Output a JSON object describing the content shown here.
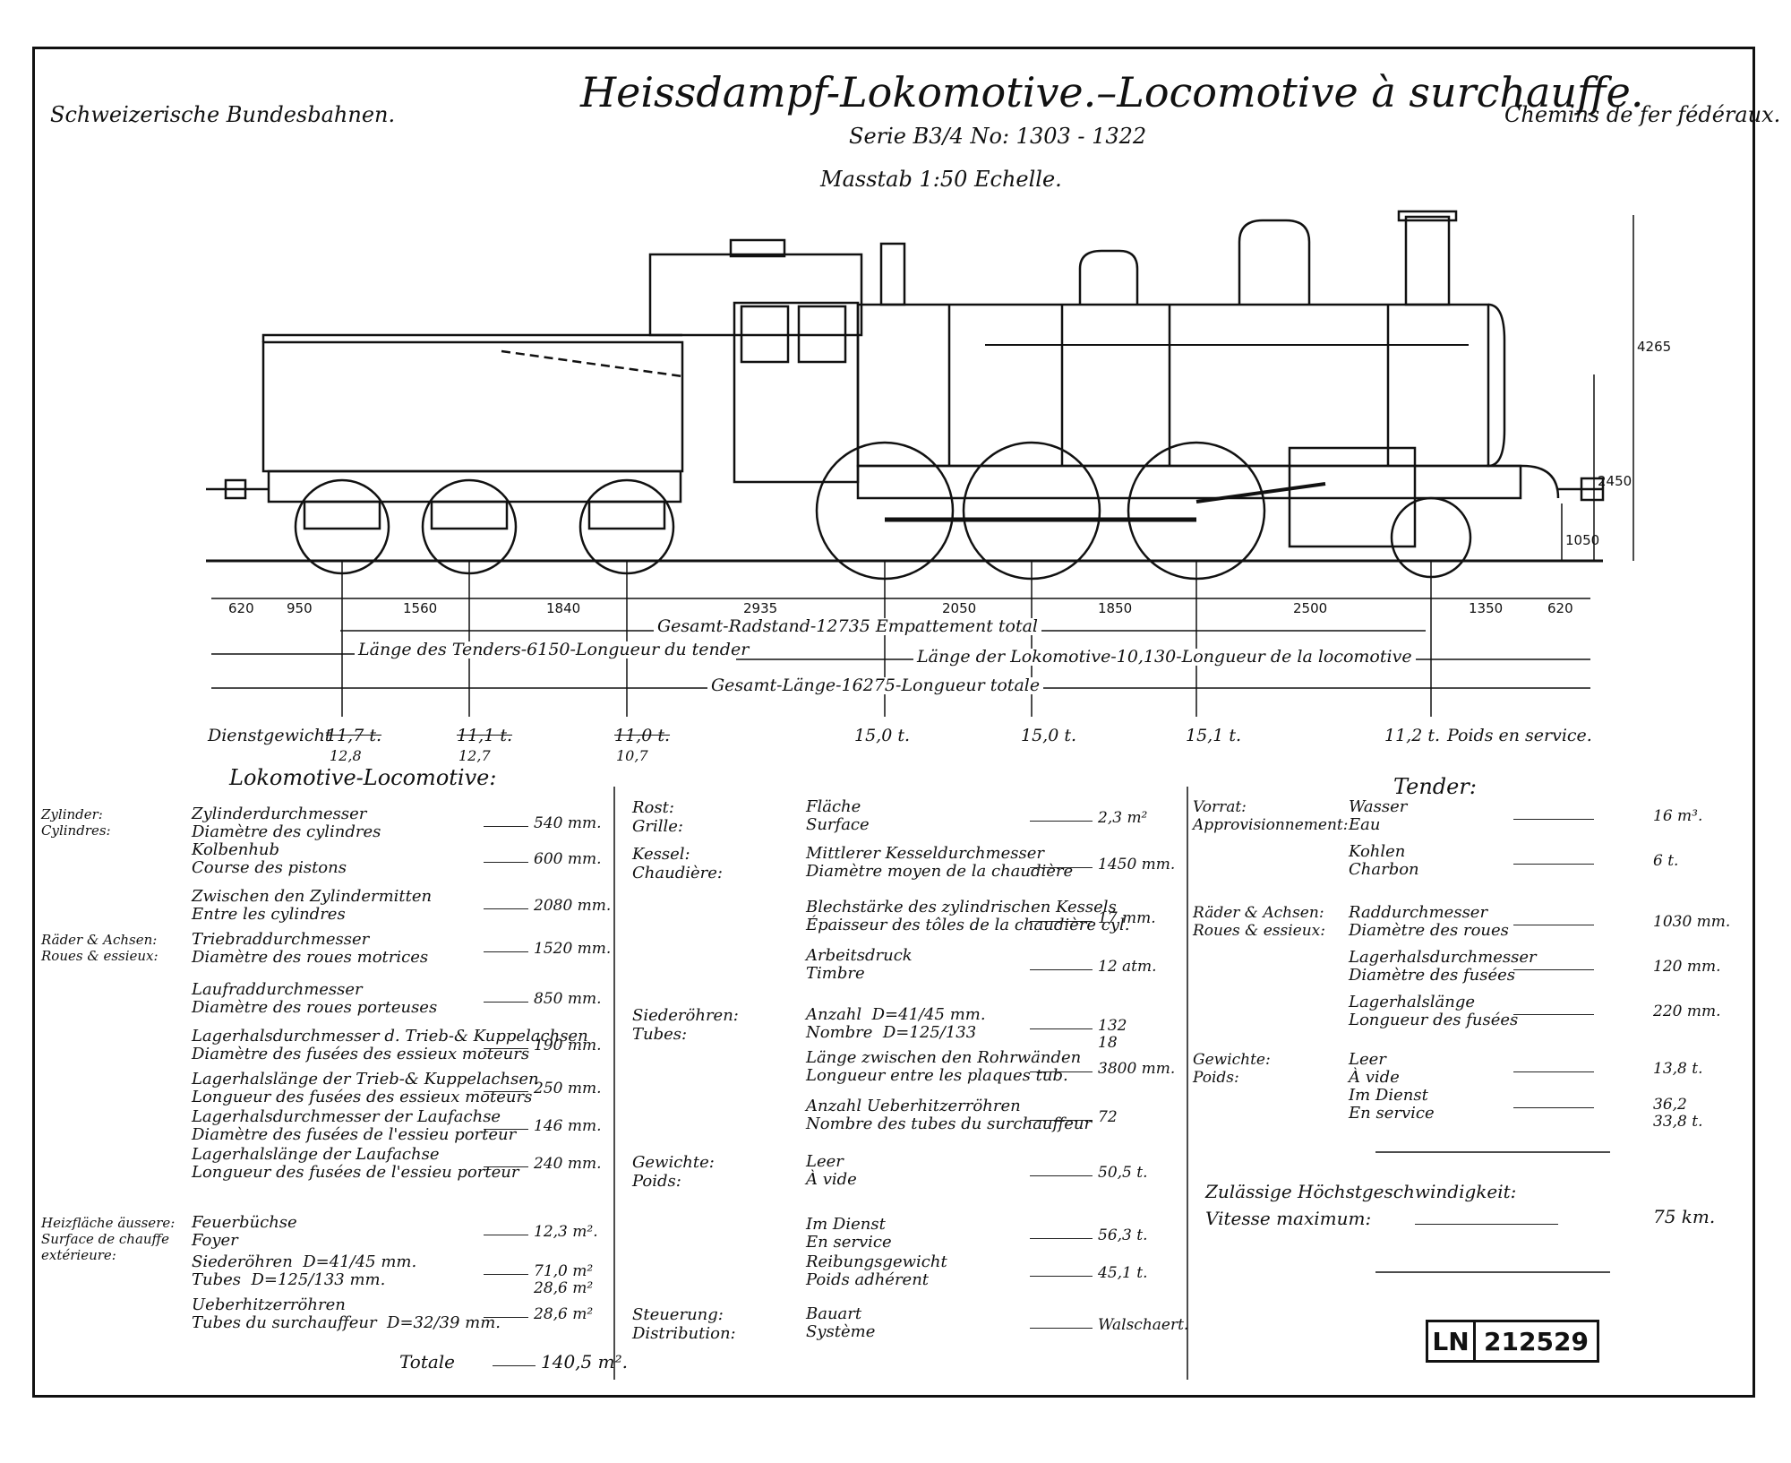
{
  "header": {
    "left": "Schweizerische Bundesbahnen.",
    "title": "Heissdampf-Lokomotive.–Locomotive à surchauffe.",
    "right": "Chemins de fer fédéraux.",
    "series": "Serie B3/4 No: 1303 - 1322",
    "scale": "Masstab 1:50 Echelle."
  },
  "dimensions": {
    "height_total": "4265",
    "height_boiler": "2450",
    "height_buffer": "1050",
    "segments": [
      "620",
      "950",
      "1560",
      "1840",
      "2935",
      "2050",
      "1850",
      "2500",
      "1350",
      "620"
    ],
    "wheelbase": "Gesamt-Radstand-12735 Empattement total",
    "tender_length": "Länge des Tenders-6150-Longueur du tender",
    "loco_length": "Länge der Lokomotive-10,130-Longueur de la locomotive",
    "total_length": "Gesamt-Länge-16275-Longueur totale"
  },
  "weights": {
    "label_left": "Dienstgewicht",
    "label_right": "Poids en service.",
    "axles": [
      {
        "old": "11,7 t.",
        "new": "12,8"
      },
      {
        "old": "11,1 t.",
        "new": "12,7"
      },
      {
        "old": "11,0 t.",
        "new": "10,7"
      },
      {
        "old": "15,0 t.",
        "new": ""
      },
      {
        "old": "15,0 t.",
        "new": ""
      },
      {
        "old": "15,1 t.",
        "new": ""
      },
      {
        "old": "11,2 t.",
        "new": ""
      }
    ]
  },
  "loco_table": {
    "heading": "Lokomotive-Locomotive:",
    "groups": [
      {
        "label": "Zylinder:\nCylindres:",
        "rows": [
          {
            "de": "Zylinderdurchmesser",
            "fr": "Diamètre des cylindres",
            "value": "540 mm."
          },
          {
            "de": "Kolbenhub",
            "fr": "Course des pistons",
            "value": "600 mm."
          },
          {
            "de": "Zwischen den Zylindermitten",
            "fr": "Entre les cylindres",
            "value": "2080 mm."
          }
        ]
      },
      {
        "label": "Räder & Achsen:\nRoues & essieux:",
        "rows": [
          {
            "de": "Triebraddurchmesser",
            "fr": "Diamètre des roues motrices",
            "value": "1520 mm."
          },
          {
            "de": "Laufraddurchmesser",
            "fr": "Diamètre des roues porteuses",
            "value": "850 mm."
          },
          {
            "de": "Lagerhalsdurchmesser d. Trieb-& Kuppelachsen",
            "fr": "Diamètre des fusées des essieux moteurs",
            "value": "190 mm."
          },
          {
            "de": "Lagerhalslänge der Trieb-& Kuppelachsen",
            "fr": "Longueur des fusées des essieux moteurs",
            "value": "250 mm."
          },
          {
            "de": "Lagerhalsdurchmesser der Laufachse",
            "fr": "Diamètre des fusées de l'essieu porteur",
            "value": "146 mm."
          },
          {
            "de": "Lagerhalslänge der Laufachse",
            "fr": "Longueur des fusées de l'essieu porteur",
            "value": "240 mm."
          }
        ]
      },
      {
        "label": "Heizfläche äussere:\nSurface de chauffe\nextérieure:",
        "rows": [
          {
            "de": "Feuerbüchse",
            "fr": "Foyer",
            "value": "12,3 m²."
          },
          {
            "de": "Siederöhren  D=41/45 mm.",
            "fr": "Tubes  D=125/133 mm.",
            "value": "71,0 m²\n28,6 m²"
          },
          {
            "de": "Ueberhitzerröhren",
            "fr": "Tubes du surchauffeur  D=32/39 mm.",
            "value": "28,6 m²"
          }
        ]
      }
    ],
    "total_label": "Totale",
    "total_value": "140,5 m²."
  },
  "middle_table": {
    "rows": [
      {
        "label": "Rost:\nGrille:",
        "de": "Fläche",
        "fr": "Surface",
        "value": "2,3 m²"
      },
      {
        "label": "Kessel:\nChaudière:",
        "de": "Mittlerer Kesseldurchmesser",
        "fr": "Diamètre moyen de la chaudière",
        "value": "1450 mm."
      },
      {
        "label": "",
        "de": "Blechstärke des zylindrischen Kessels",
        "fr": "Épaisseur des tôles de la chaudière cyl.",
        "value": "17 mm."
      },
      {
        "label": "",
        "de": "Arbeitsdruck",
        "fr": "Timbre",
        "value": "12 atm."
      },
      {
        "label": "Siederöhren:\nTubes:",
        "de": "Anzahl  D=41/45 mm.",
        "fr": "Nombre  D=125/133",
        "value": "132\n18"
      },
      {
        "label": "",
        "de": "Länge zwischen den Rohrwänden",
        "fr": "Longueur entre les plaques tub.",
        "value": "3800 mm."
      },
      {
        "label": "",
        "de": "Anzahl Ueberhitzerröhren",
        "fr": "Nombre des tubes du surchauffeur",
        "value": "72"
      },
      {
        "label": "Gewichte:\nPoids:",
        "de": "Leer",
        "fr": "À vide",
        "value": "50,5 t."
      },
      {
        "label": "",
        "de": "Im Dienst",
        "fr": "En service",
        "value": "56,3 t."
      },
      {
        "label": "",
        "de": "Reibungsgewicht",
        "fr": "Poids adhérent",
        "value": "45,1 t."
      },
      {
        "label": "Steuerung:\nDistribution:",
        "de": "Bauart",
        "fr": "Système",
        "value": "Walschaert."
      }
    ]
  },
  "tender_table": {
    "heading": "Tender:",
    "rows": [
      {
        "label": "Vorrat:\nApprovisionnement:",
        "de": "Wasser",
        "fr": "Eau",
        "value": "16 m³."
      },
      {
        "label": "",
        "de": "Kohlen",
        "fr": "Charbon",
        "value": "6 t."
      },
      {
        "label": "Räder & Achsen:\nRoues & essieux:",
        "de": "Raddurchmesser",
        "fr": "Diamètre des roues",
        "value": "1030 mm."
      },
      {
        "label": "",
        "de": "Lagerhalsdurchmesser",
        "fr": "Diamètre des fusées",
        "value": "120 mm."
      },
      {
        "label": "",
        "de": "Lagerhalslänge",
        "fr": "Longueur des fusées",
        "value": "220 mm."
      },
      {
        "label": "Gewichte:\nPoids:",
        "de": "Leer",
        "fr": "À vide",
        "value": "13,8 t."
      },
      {
        "label": "",
        "de": "Im Dienst",
        "fr": "En service",
        "value": "36,2\n33,8 t."
      }
    ],
    "speed_de": "Zulässige Höchstgeschwindigkeit:",
    "speed_fr": "Vitesse maximum:",
    "speed_value": "75 km."
  },
  "stamp": {
    "prefix": "LN",
    "number": "212529"
  }
}
